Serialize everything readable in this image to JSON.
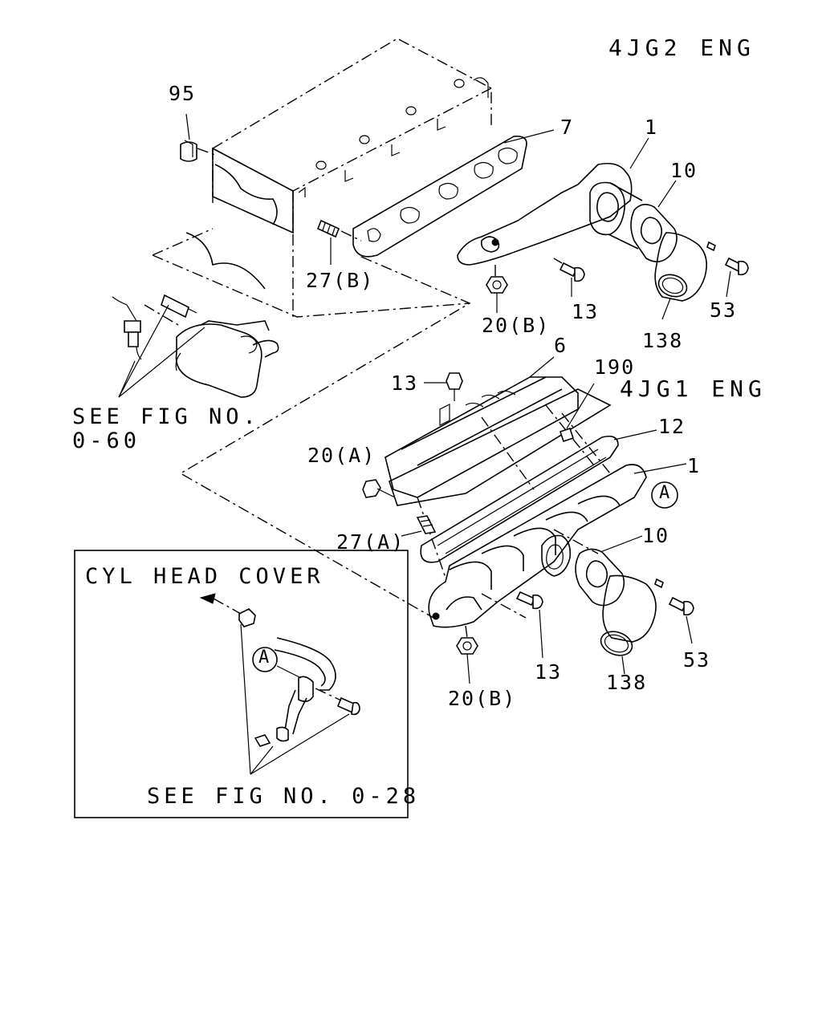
{
  "title_variant_top": "4JG2 ENG",
  "title_variant_bottom": "4JG1 ENG",
  "inset": {
    "title": "CYL HEAD COVER",
    "ref_text": "SEE FIG NO. 0-28",
    "marker": "A"
  },
  "see_fig_left": {
    "line1": "SEE FIG NO.",
    "line2": "0-60"
  },
  "marker_a": "A",
  "callouts_top": {
    "p95": "95",
    "p7": "7",
    "p1": "1",
    "p10": "10",
    "p27b": "27(B)",
    "p20b": "20(B)",
    "p13": "13",
    "p53": "53",
    "p138": "138"
  },
  "callouts_bottom": {
    "p6": "6",
    "p190": "190",
    "p13a": "13",
    "p12": "12",
    "p1": "1",
    "p20a": "20(A)",
    "p27a": "27(A)",
    "p10": "10",
    "p13b": "13",
    "p53": "53",
    "p138": "138",
    "p20b": "20(B)"
  }
}
